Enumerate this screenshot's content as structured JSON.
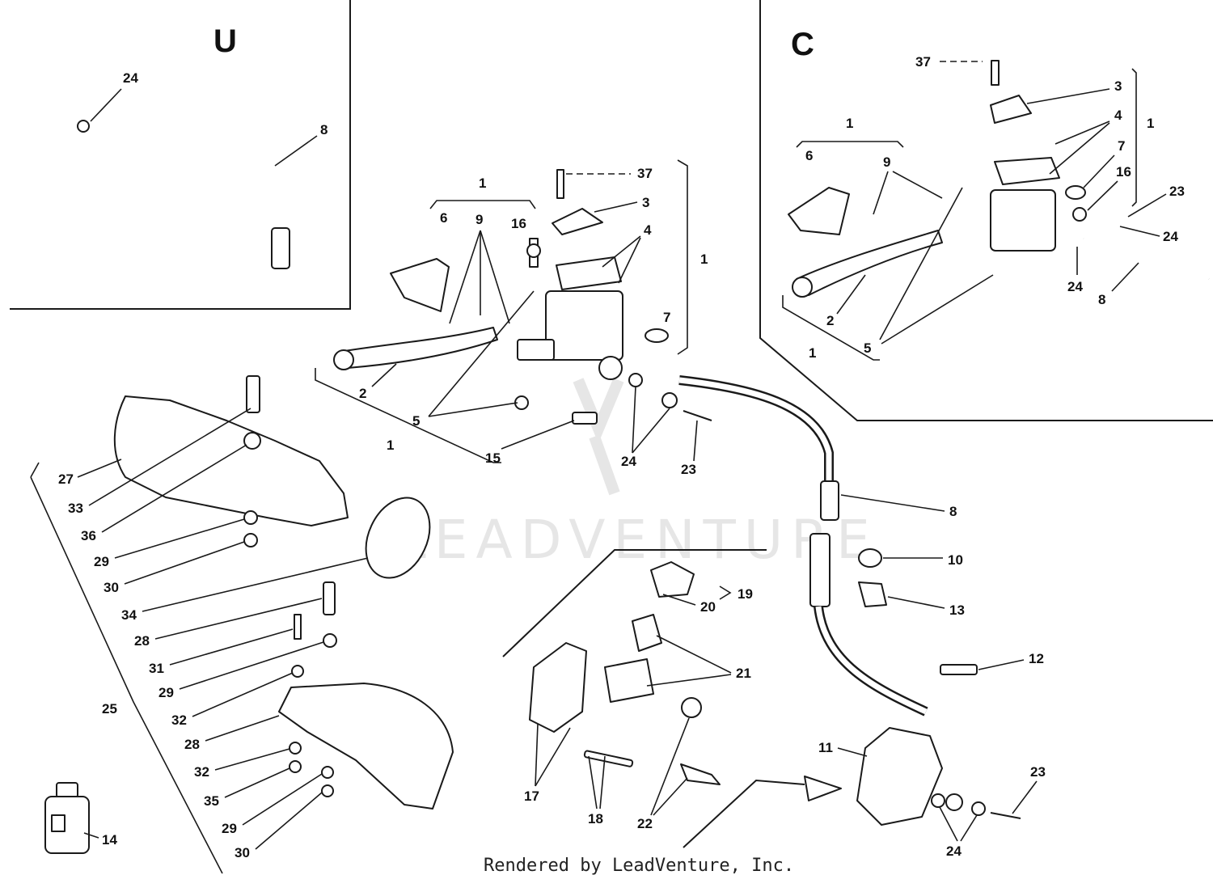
{
  "diagram": {
    "inset_labels": {
      "left": "U",
      "right": "C"
    },
    "watermark": "LEADVENTURE",
    "footer": "Rendered by LeadVenture, Inc.",
    "callouts": {
      "u24": "24",
      "u8": "8",
      "c37": "37",
      "c3": "3",
      "c4": "4",
      "c1a": "1",
      "c1b": "1",
      "c6": "6",
      "c9": "9",
      "c7": "7",
      "c16": "16",
      "c23": "23",
      "c24a": "24",
      "c24b": "24",
      "c8": "8",
      "c2": "2",
      "c5": "5",
      "c1c": "1",
      "m1a": "1",
      "m6": "6",
      "m9": "9",
      "m16": "16",
      "m37": "37",
      "m3": "3",
      "m4": "4",
      "m1b": "1",
      "m7": "7",
      "m2": "2",
      "m5": "5",
      "m1c": "1",
      "m15": "15",
      "m24": "24",
      "m23": "23",
      "m8": "8",
      "p27": "27",
      "p33": "33",
      "p36": "36",
      "p29a": "29",
      "p30a": "30",
      "p34": "34",
      "p28a": "28",
      "p31": "31",
      "p29b": "29",
      "p32a": "32",
      "p28b": "28",
      "p32b": "32",
      "p35": "35",
      "p29c": "29",
      "p30b": "30",
      "p25": "25",
      "p14": "14",
      "b10": "10",
      "b13": "13",
      "b19": "19",
      "b20": "20",
      "b21": "21",
      "b17": "17",
      "b18": "18",
      "b22": "22",
      "b12": "12",
      "b11": "11",
      "b23": "23",
      "b24": "24"
    }
  }
}
